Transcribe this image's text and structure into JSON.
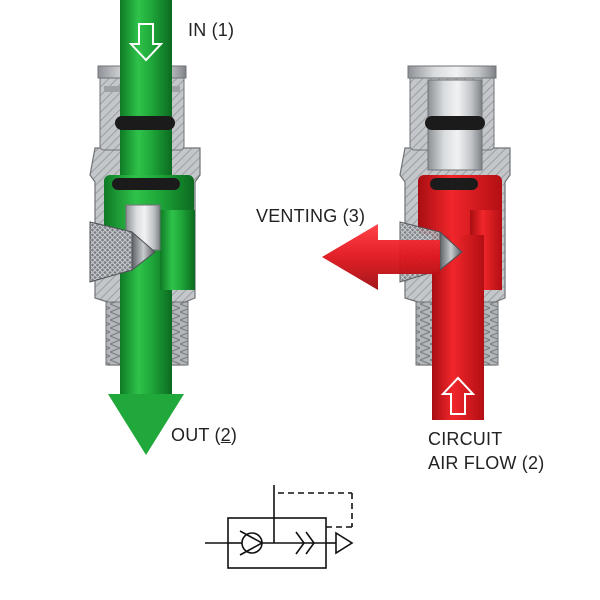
{
  "labels": {
    "in": "IN (1)",
    "out_prefix": "OUT (",
    "out_num": "2",
    "out_suffix": ")",
    "venting": "VENTING (3)",
    "circuit_line1": "CIRCUIT",
    "circuit_line2": "AIR FLOW (2)"
  },
  "colors": {
    "flow_supply": "#1ea83a",
    "flow_vent": "#e0141b",
    "metal": "#b9bcbf",
    "symbol_line": "#111111"
  },
  "icons": [
    "down-arrow-icon",
    "up-arrow-icon",
    "check-valve-symbol",
    "pilot-dashed-line"
  ]
}
